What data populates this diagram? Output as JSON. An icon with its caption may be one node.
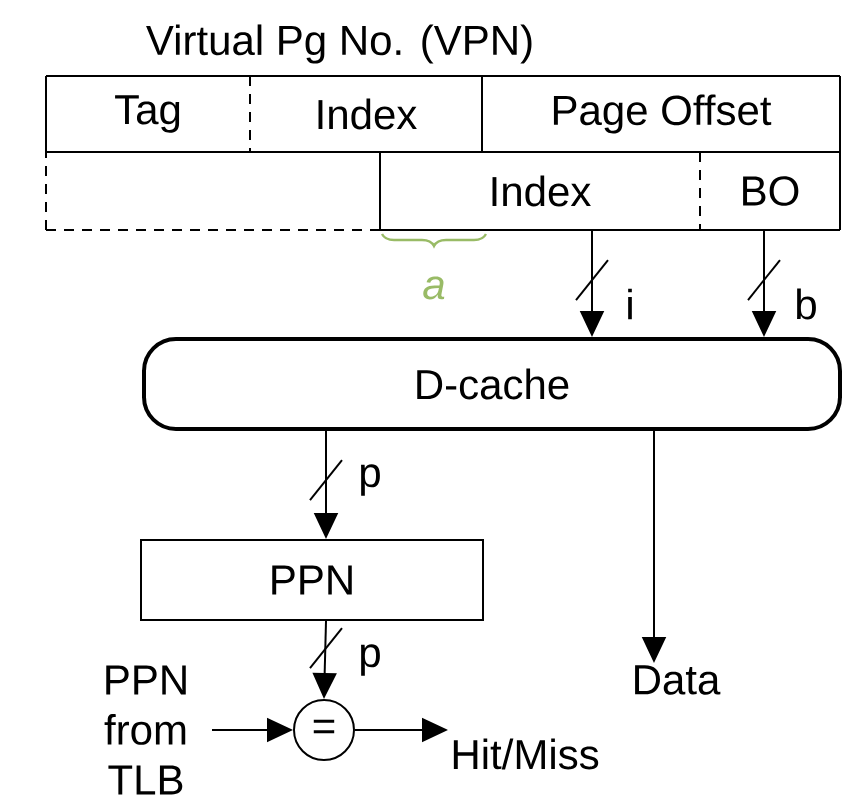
{
  "diagram": {
    "nodes": [
      {
        "text": [
          "Tag"
        ]
      },
      {
        "text": [
          "Index"
        ]
      },
      {
        "text": [
          "Page Offset"
        ]
      },
      {
        "text": [],
        "shape": "box"
      },
      {
        "text": [
          "Index"
        ]
      },
      {
        "text": [
          "BO"
        ]
      },
      {
        "text": [
          "D-cache"
        ]
      },
      {
        "text": [
          "PPN"
        ]
      },
      {
        "text": [
          "="
        ]
      },
      {
        "text": [
          "PPN from TLB"
        ]
      },
      {
        "text": [
          "Hit/Miss"
        ]
      },
      {
        "text": [
          "Data"
        ]
      }
    ],
    "edges": [
      {
        "from": 4,
        "to": 6,
        "arrow": "to",
        "label": "i"
      },
      {
        "from": 5,
        "to": 6,
        "arrow": "to",
        "label": "b"
      },
      {
        "from": 6,
        "to": 7,
        "arrow": "to",
        "label": "p"
      },
      {
        "from": 7,
        "to": 8,
        "arrow": "to",
        "label": "p"
      },
      {
        "from": 9,
        "to": 8,
        "arrow": "to"
      },
      {
        "from": 8,
        "to": 10,
        "arrow": "to"
      },
      {
        "from": 6,
        "to": 11,
        "arrow": "to"
      }
    ],
    "labels": [
      "Virtual Pg No. (VPN)",
      "a"
    ]
  }
}
